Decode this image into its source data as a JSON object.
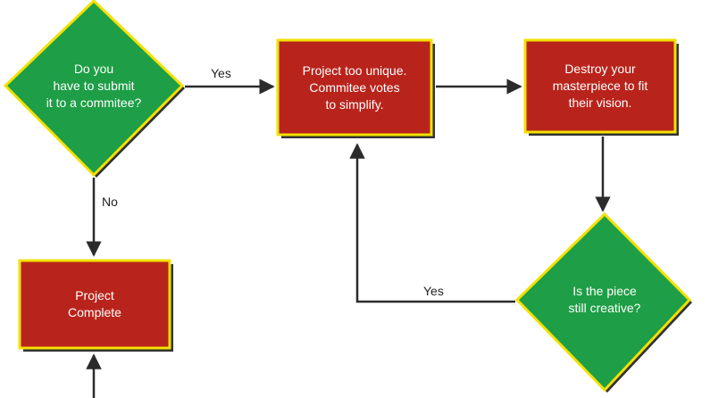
{
  "colors": {
    "decision_fill": "#1e9e46",
    "decision_border": "#f2e100",
    "process_fill": "#b8241c",
    "process_border": "#f2e100",
    "shadow": "#333333",
    "arrow": "#2b2b2b"
  },
  "nodes": {
    "submit_decision": {
      "lines": [
        "Do you",
        "have to submit",
        "it to a commitee?"
      ]
    },
    "too_unique": {
      "lines": [
        "Project too unique.",
        "Commitee votes",
        "to simplify."
      ]
    },
    "destroy": {
      "lines": [
        "Destroy your",
        "masterpiece to fit",
        "their vision."
      ]
    },
    "creative_decision": {
      "lines": [
        "Is the piece",
        "still creative?"
      ]
    },
    "complete": {
      "lines": [
        "Project",
        "Complete"
      ]
    }
  },
  "edges": {
    "submit_yes": "Yes",
    "submit_no": "No",
    "creative_yes": "Yes"
  }
}
